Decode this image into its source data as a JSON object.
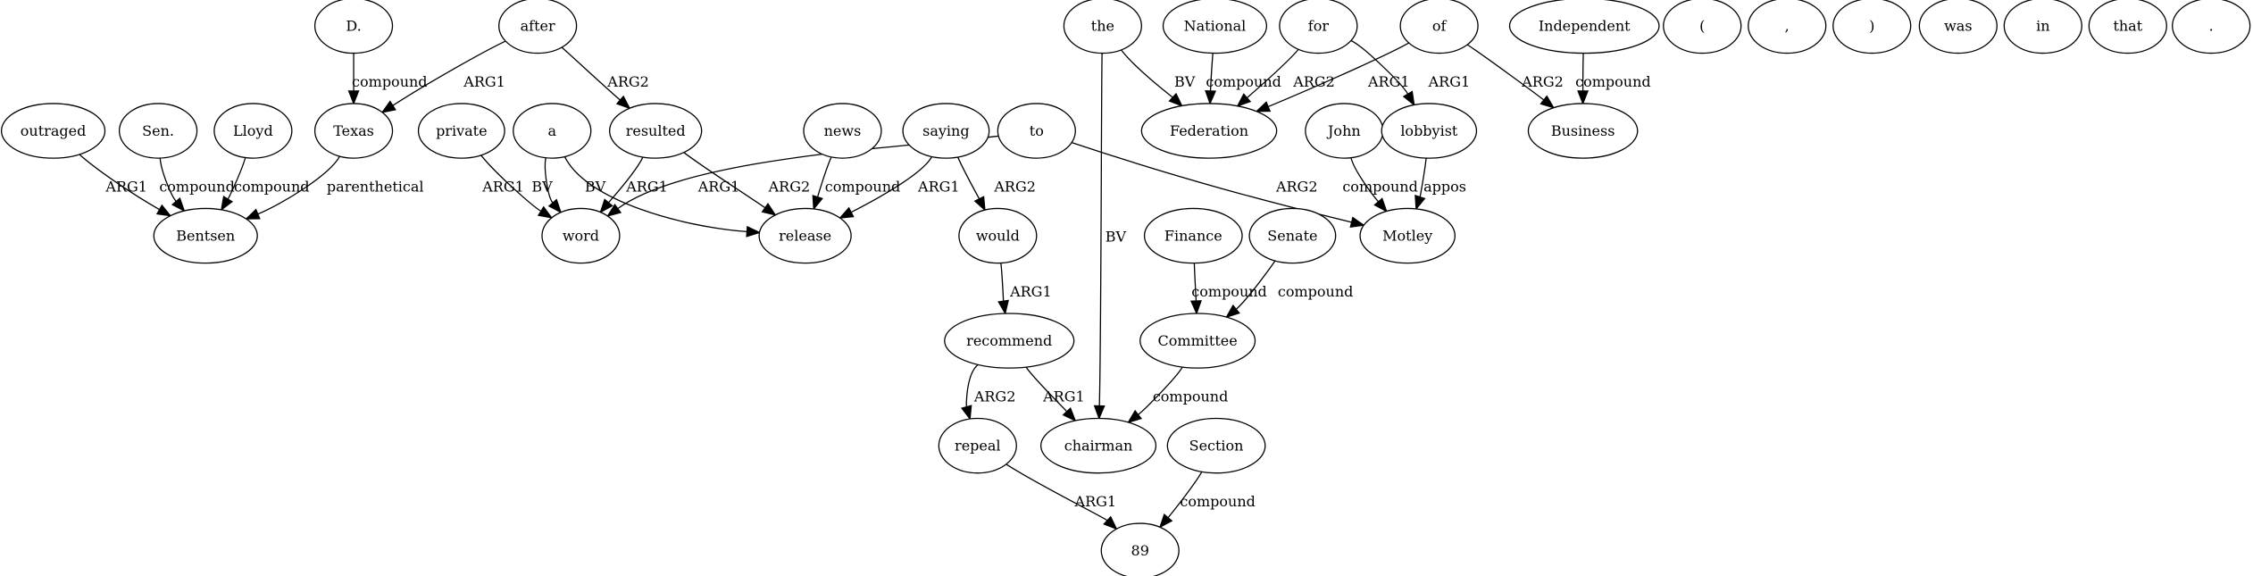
{
  "graph": {
    "nodes": [
      {
        "id": "outraged",
        "label": "outraged"
      },
      {
        "id": "sen",
        "label": "Sen."
      },
      {
        "id": "lloyd",
        "label": "Lloyd"
      },
      {
        "id": "bentsen",
        "label": "Bentsen"
      },
      {
        "id": "d",
        "label": "D."
      },
      {
        "id": "texas",
        "label": "Texas"
      },
      {
        "id": "after",
        "label": "after"
      },
      {
        "id": "private",
        "label": "private"
      },
      {
        "id": "a",
        "label": "a"
      },
      {
        "id": "word",
        "label": "word"
      },
      {
        "id": "resulted",
        "label": "resulted"
      },
      {
        "id": "news",
        "label": "news"
      },
      {
        "id": "release",
        "label": "release"
      },
      {
        "id": "saying",
        "label": "saying"
      },
      {
        "id": "to",
        "label": "to"
      },
      {
        "id": "would",
        "label": "would"
      },
      {
        "id": "recommend",
        "label": "recommend"
      },
      {
        "id": "repeal",
        "label": "repeal"
      },
      {
        "id": "chairman",
        "label": "chairman"
      },
      {
        "id": "the",
        "label": "the"
      },
      {
        "id": "national",
        "label": "National"
      },
      {
        "id": "federation",
        "label": "Federation"
      },
      {
        "id": "for",
        "label": "for"
      },
      {
        "id": "of",
        "label": "of"
      },
      {
        "id": "independent",
        "label": "Independent"
      },
      {
        "id": "business",
        "label": "Business"
      },
      {
        "id": "john",
        "label": "John"
      },
      {
        "id": "lobbyist",
        "label": "lobbyist"
      },
      {
        "id": "motley",
        "label": "Motley"
      },
      {
        "id": "finance",
        "label": "Finance"
      },
      {
        "id": "senate",
        "label": "Senate"
      },
      {
        "id": "committee",
        "label": "Committee"
      },
      {
        "id": "section",
        "label": "Section"
      },
      {
        "id": "n89",
        "label": "89"
      },
      {
        "id": "lparen",
        "label": "("
      },
      {
        "id": "comma",
        "label": ","
      },
      {
        "id": "rparen",
        "label": ")"
      },
      {
        "id": "was",
        "label": "was"
      },
      {
        "id": "in",
        "label": "in"
      },
      {
        "id": "that",
        "label": "that"
      },
      {
        "id": "period",
        "label": "."
      }
    ],
    "edges": [
      {
        "from": "outraged",
        "to": "bentsen",
        "label": "ARG1"
      },
      {
        "from": "sen",
        "to": "bentsen",
        "label": "compound"
      },
      {
        "from": "lloyd",
        "to": "bentsen",
        "label": "compound"
      },
      {
        "from": "texas",
        "to": "bentsen",
        "label": "parenthetical"
      },
      {
        "from": "d",
        "to": "texas",
        "label": "compound"
      },
      {
        "from": "after",
        "to": "texas",
        "label": "ARG1"
      },
      {
        "from": "after",
        "to": "resulted",
        "label": "ARG2"
      },
      {
        "from": "private",
        "to": "word",
        "label": "ARG1"
      },
      {
        "from": "a",
        "to": "word",
        "label": "BV"
      },
      {
        "from": "a",
        "to": "release",
        "label": "BV"
      },
      {
        "from": "resulted",
        "to": "word",
        "label": "ARG1"
      },
      {
        "from": "resulted",
        "to": "release",
        "label": "ARG2"
      },
      {
        "from": "news",
        "to": "release",
        "label": "compound"
      },
      {
        "from": "saying",
        "to": "release",
        "label": "ARG1"
      },
      {
        "from": "saying",
        "to": "would",
        "label": "ARG2"
      },
      {
        "from": "to",
        "to": "word",
        "label": "ARG1"
      },
      {
        "from": "to",
        "to": "motley",
        "label": "ARG2"
      },
      {
        "from": "would",
        "to": "recommend",
        "label": "ARG1"
      },
      {
        "from": "recommend",
        "to": "repeal",
        "label": "ARG2"
      },
      {
        "from": "recommend",
        "to": "chairman",
        "label": "ARG1"
      },
      {
        "from": "repeal",
        "to": "n89",
        "label": "ARG1"
      },
      {
        "from": "the",
        "to": "chairman",
        "label": "BV"
      },
      {
        "from": "the",
        "to": "federation",
        "label": "BV"
      },
      {
        "from": "national",
        "to": "federation",
        "label": "compound"
      },
      {
        "from": "for",
        "to": "federation",
        "label": "ARG2"
      },
      {
        "from": "for",
        "to": "lobbyist",
        "label": "ARG1"
      },
      {
        "from": "of",
        "to": "federation",
        "label": "ARG1"
      },
      {
        "from": "of",
        "to": "business",
        "label": "ARG2"
      },
      {
        "from": "independent",
        "to": "business",
        "label": "compound"
      },
      {
        "from": "john",
        "to": "motley",
        "label": "compound"
      },
      {
        "from": "lobbyist",
        "to": "motley",
        "label": "appos"
      },
      {
        "from": "finance",
        "to": "committee",
        "label": "compound"
      },
      {
        "from": "senate",
        "to": "committee",
        "label": "compound"
      },
      {
        "from": "committee",
        "to": "chairman",
        "label": "compound"
      },
      {
        "from": "section",
        "to": "n89",
        "label": "compound"
      }
    ]
  }
}
